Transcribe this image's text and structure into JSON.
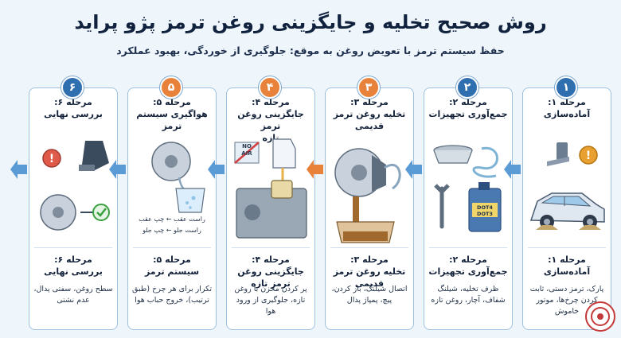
{
  "title": "روش صحیح تخلیه و جایگزینی روغن ترمز پژو پراید",
  "subtitle": "حفظ سیستم ترمز با تعویض روغن به موقع: جلوگیری از خوردگی، بهبود عملکرد",
  "colors": {
    "accent": "#2f6fb0",
    "highlight": "#e8823a"
  },
  "steps": [
    {
      "num": "۱",
      "title": "مرحله ۱:\nآماده‌سازی",
      "sub": "مرحله ۱:\nآماده‌سازی",
      "desc": "پارک، ترمز دستی، ثابت کردن چرخ‌ها، موتور خاموش"
    },
    {
      "num": "۲",
      "title": "مرحله ۲:\nجمع‌آوری تجهیزات",
      "sub": "مرحله ۲:\nجمع‌آوری تجهیزات",
      "desc": "ظرف تخلیه، شیلنگ شفاف، آچار، روغن تازه",
      "illus_text": "DOT4\nDOT3"
    },
    {
      "num": "۳",
      "title": "مرحله ۳:\nتخلیه روغن ترمز\nقدیمی",
      "sub": "مرحله ۳:\nتخلیه روغن ترمز قدیمی",
      "desc": "اتصال شیلنگ، باز کردن، پیچ، پمپاژ پدال"
    },
    {
      "num": "۴",
      "title": "مرحله ۴:\nجایگزینی روغن ترمز\nتازه",
      "sub": "مرحله ۴:\nجایگزینی روغن ترمز تازه",
      "desc": "پر کردن مخزن با روغن تازه، جلوگیری از ورود هوا",
      "illus_text": "NO\nAIR"
    },
    {
      "num": "۵",
      "title": "مرحله ۵:\nهواگیری سیستم\nترمز",
      "sub": "مرحله ۵:\nسیستم ترمز",
      "desc": "تکرار برای هر چرخ (طبق ترتیب)، خروج حباب هوا",
      "illus_lines": [
        "راست عقب ← چپ عقب",
        "راست جلو ← چپ جلو"
      ]
    },
    {
      "num": "۶",
      "title": "مرحله ۶:\nبررسی نهایی",
      "sub": "مرحله ۶:\nبررسی نهایی",
      "desc": "سطح روغن، سفتی پدال، عدم نشتی"
    }
  ]
}
